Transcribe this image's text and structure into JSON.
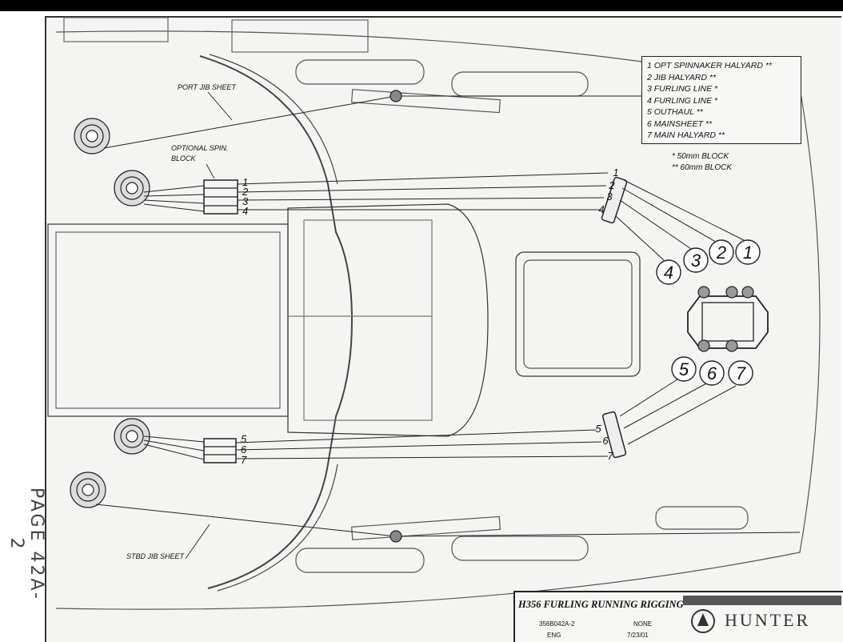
{
  "page_label": "PAGE 42A-2",
  "legend": {
    "items": [
      "1 OPT SPINNAKER HALYARD  **",
      "2 JIB HALYARD  **",
      "3 FURLING LINE  *",
      "4 FURLING LINE  *",
      "5 OUTHAUL  **",
      "6 MAINSHEET  **",
      "7 MAIN HALYARD  **"
    ],
    "block_notes": [
      "*   50mm BLOCK",
      "**  60mm BLOCK"
    ]
  },
  "callouts": {
    "port_jib_sheet": "PORT JIB SHEET",
    "optional_spin_block_1": "OPTIONAL SPIN.",
    "optional_spin_block_2": "BLOCK",
    "stbd_jib_sheet": "STBD JIB SHEET"
  },
  "line_numbers_upper": [
    "1",
    "2",
    "3",
    "4"
  ],
  "line_numbers_lower": [
    "5",
    "6",
    "7"
  ],
  "circled_upper": [
    "4",
    "3",
    "2",
    "1"
  ],
  "circled_lower": [
    "5",
    "6",
    "7"
  ],
  "title_block": {
    "title": "H356  FURLING  RUNNING  RIGGING",
    "drawing_no": "356B042A-2",
    "scale": "NONE",
    "drawn_by": "ENG",
    "date": "7/23/01",
    "brand": "HUNTER"
  }
}
